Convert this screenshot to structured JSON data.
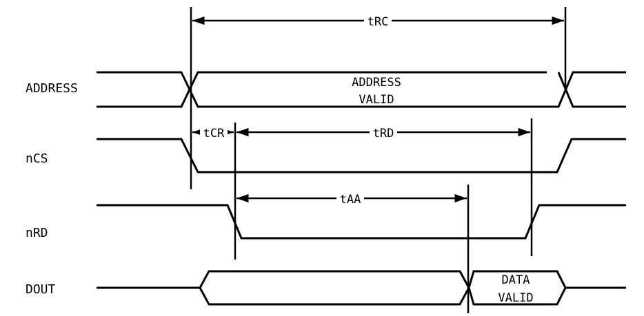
{
  "signals": {
    "address": "ADDRESS",
    "ncs": "nCS",
    "nrd": "nRD",
    "dout": "DOUT"
  },
  "annotations": {
    "address_valid_line1": "ADDRESS",
    "address_valid_line2": "VALID",
    "data_valid_line1": "DATA",
    "data_valid_line2": "VALID"
  },
  "timing": {
    "trc": "tRC",
    "tcr": "tCR",
    "trd": "tRD",
    "taa": "tAA"
  }
}
